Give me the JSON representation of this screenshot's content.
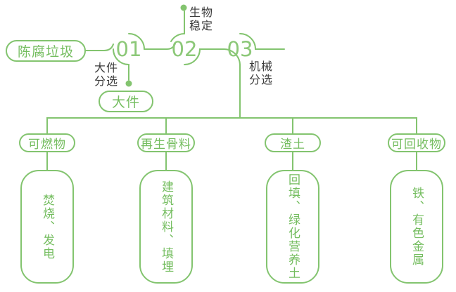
{
  "colors": {
    "line_green": "#83C46F",
    "text_green": "#74BD5F",
    "number_green": "#8CC878",
    "label_dark": "#3C3C3C",
    "background": "#FFFFFF"
  },
  "flow": {
    "source_label": "陈腐垃圾",
    "steps": [
      {
        "number": "01",
        "process_label": "大件\n分选",
        "output_label": "大件"
      },
      {
        "number": "02",
        "process_label": "生物\n稳定"
      },
      {
        "number": "03",
        "process_label": "机械\n分选"
      }
    ],
    "branches": [
      {
        "category": "可燃物",
        "disposal": "焚烧、发电"
      },
      {
        "category": "再生骨料",
        "disposal": "建筑材料、填埋"
      },
      {
        "category": "渣土",
        "disposal": "回填、绿化营养土"
      },
      {
        "category": "可回收物",
        "disposal": "铁、有色金属"
      }
    ]
  },
  "icons": {
    "connector_dot": "filled-green-circle"
  }
}
